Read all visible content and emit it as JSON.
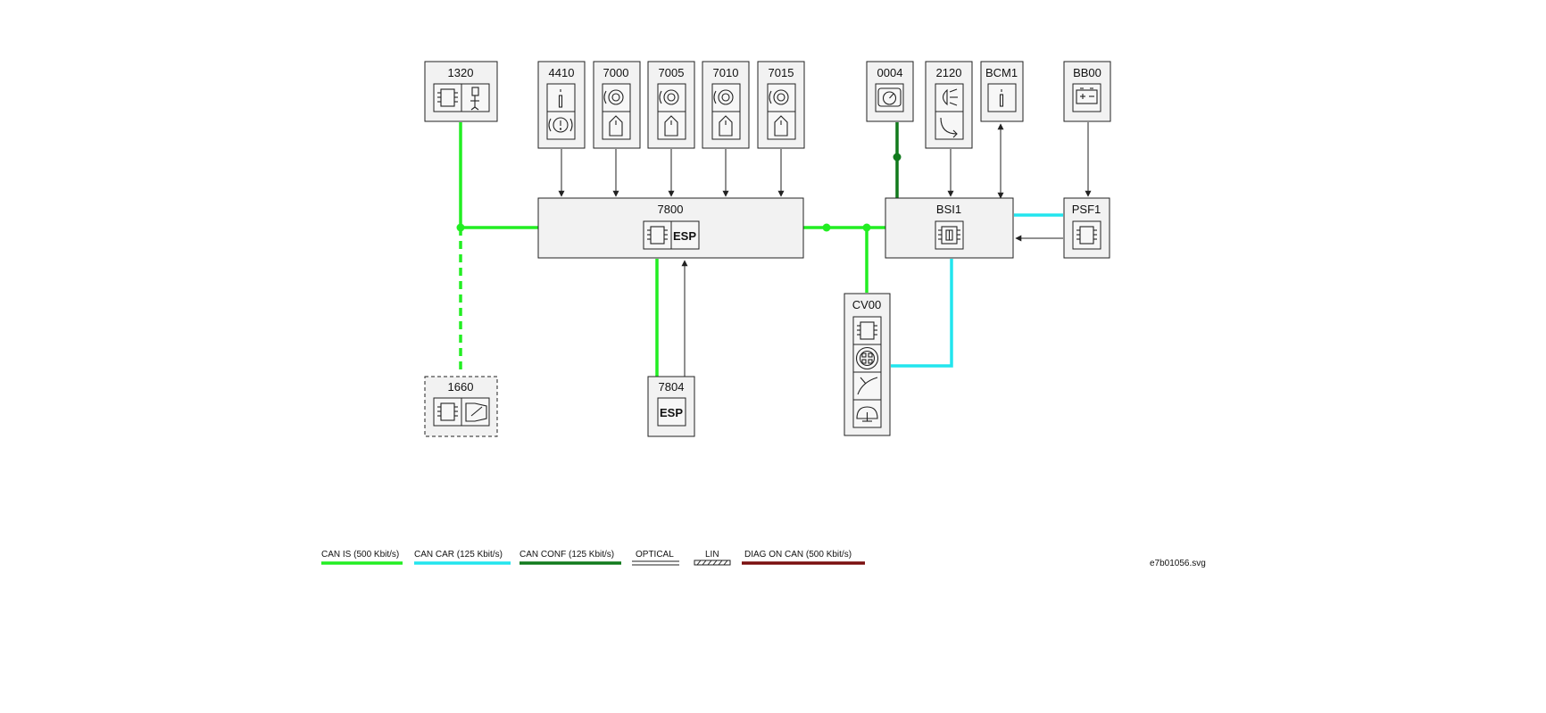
{
  "modules": {
    "m1320": "1320",
    "m1660": "1660",
    "m4410": "4410",
    "m7000": "7000",
    "m7005": "7005",
    "m7010": "7010",
    "m7015": "7015",
    "m7800": "7800",
    "m7804": "7804",
    "m0004": "0004",
    "m2120": "2120",
    "mBCM1": "BCM1",
    "mBB00": "BB00",
    "mBSI1": "BSI1",
    "mPSF1": "PSF1",
    "mCV00": "CV00"
  },
  "esp_label": "ESP",
  "legend": {
    "can_is": "CAN IS (500 Kbit/s)",
    "can_car": "CAN CAR (125 Kbit/s)",
    "can_conf": "CAN CONF (125 Kbit/s)",
    "optical": "OPTICAL",
    "lin": "LIN",
    "diag_on_can": "DIAG ON CAN  (500 Kbit/s)"
  },
  "filename": "e7b01056.svg",
  "colors": {
    "can_is": "#22ee22",
    "can_car": "#22e5ee",
    "can_conf": "#117a1c",
    "diag_on_can": "#7a0f0f",
    "wire": "#222222"
  }
}
